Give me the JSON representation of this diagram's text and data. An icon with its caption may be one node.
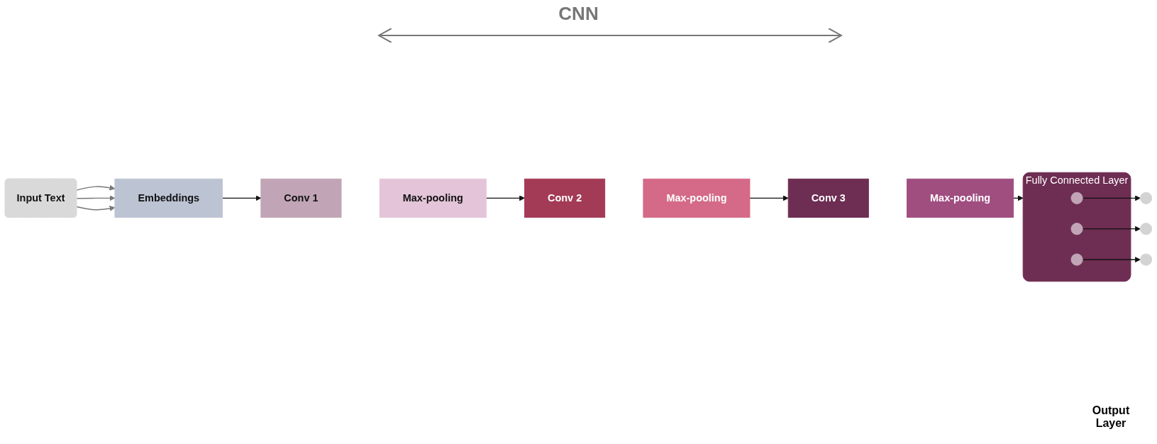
{
  "diagram": {
    "nodes": [
      {
        "text": [
          "Input Text"
        ]
      },
      {
        "text": [
          "Embeddings"
        ]
      },
      {
        "text": [
          "Conv 1"
        ]
      },
      {
        "text": [
          "Max-pooling"
        ]
      },
      {
        "text": [
          "Conv 2"
        ]
      },
      {
        "text": [
          "Max-pooling"
        ]
      },
      {
        "text": [
          "Conv 3"
        ]
      },
      {
        "text": [
          "Max-pooling"
        ]
      },
      {
        "text": [
          "Fully Connected Layer"
        ]
      },
      {
        "text": [],
        "shape": "circle",
        "in": 8
      },
      {
        "text": [],
        "shape": "circle",
        "in": 8
      },
      {
        "text": [],
        "shape": "circle",
        "in": 8
      },
      {
        "text": [],
        "shape": "circle"
      },
      {
        "text": [],
        "shape": "circle"
      },
      {
        "text": [],
        "shape": "circle"
      }
    ],
    "edges": [
      {
        "from": 0,
        "to": 1,
        "arrow": "to",
        "color": "#777777"
      },
      {
        "from": 0,
        "to": 1,
        "arrow": "to",
        "color": "#777777"
      },
      {
        "from": 0,
        "to": 1,
        "arrow": "to",
        "color": "#777777"
      },
      {
        "from": 1,
        "to": 2,
        "arrow": "to"
      },
      {
        "from": 3,
        "to": 4,
        "arrow": "to"
      },
      {
        "from": 5,
        "to": 6,
        "arrow": "to"
      },
      {
        "from": 7,
        "to": 8,
        "arrow": "to"
      },
      {
        "from": 9,
        "to": 12,
        "arrow": "to"
      },
      {
        "from": 10,
        "to": 13,
        "arrow": "to"
      },
      {
        "from": 11,
        "to": 14,
        "arrow": "to"
      }
    ],
    "labels": [
      "CNN",
      "Output Layer"
    ]
  }
}
